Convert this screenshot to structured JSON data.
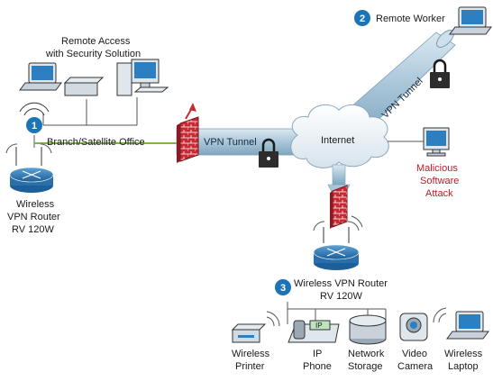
{
  "labels": {
    "remote_access": "Remote Access",
    "with_security": "with Security Solution",
    "remote_worker": "Remote Worker",
    "branch_office": "Branch/Satellite Office",
    "vpn_tunnel_horizontal": "VPN Tunnel",
    "vpn_tunnel_diagonal": "VPN Tunnel",
    "internet": "Internet",
    "malicious_1": "Malicious",
    "malicious_2": "Software",
    "malicious_3": "Attack",
    "router_left_1": "Wireless",
    "router_left_2": "VPN Router",
    "router_left_3": "RV 120W",
    "router_bottom_1": "Wireless VPN Router",
    "router_bottom_2": "RV 120W",
    "printer_1": "Wireless",
    "printer_2": "Printer",
    "phone_1": "IP",
    "phone_2": "Phone",
    "storage_1": "Network",
    "storage_2": "Storage",
    "camera_1": "Video",
    "camera_2": "Camera",
    "laptop_1": "Wireless",
    "laptop_2": "Laptop",
    "phone_screen": "IP"
  },
  "badges": {
    "one": "1",
    "two": "2",
    "three": "3"
  },
  "colors": {
    "badge": "#1b74b8",
    "tunnel": "#a9c6d9",
    "router": "#2f7fbf",
    "firewall": "#b3202a",
    "malicious_text": "#b3202a"
  }
}
